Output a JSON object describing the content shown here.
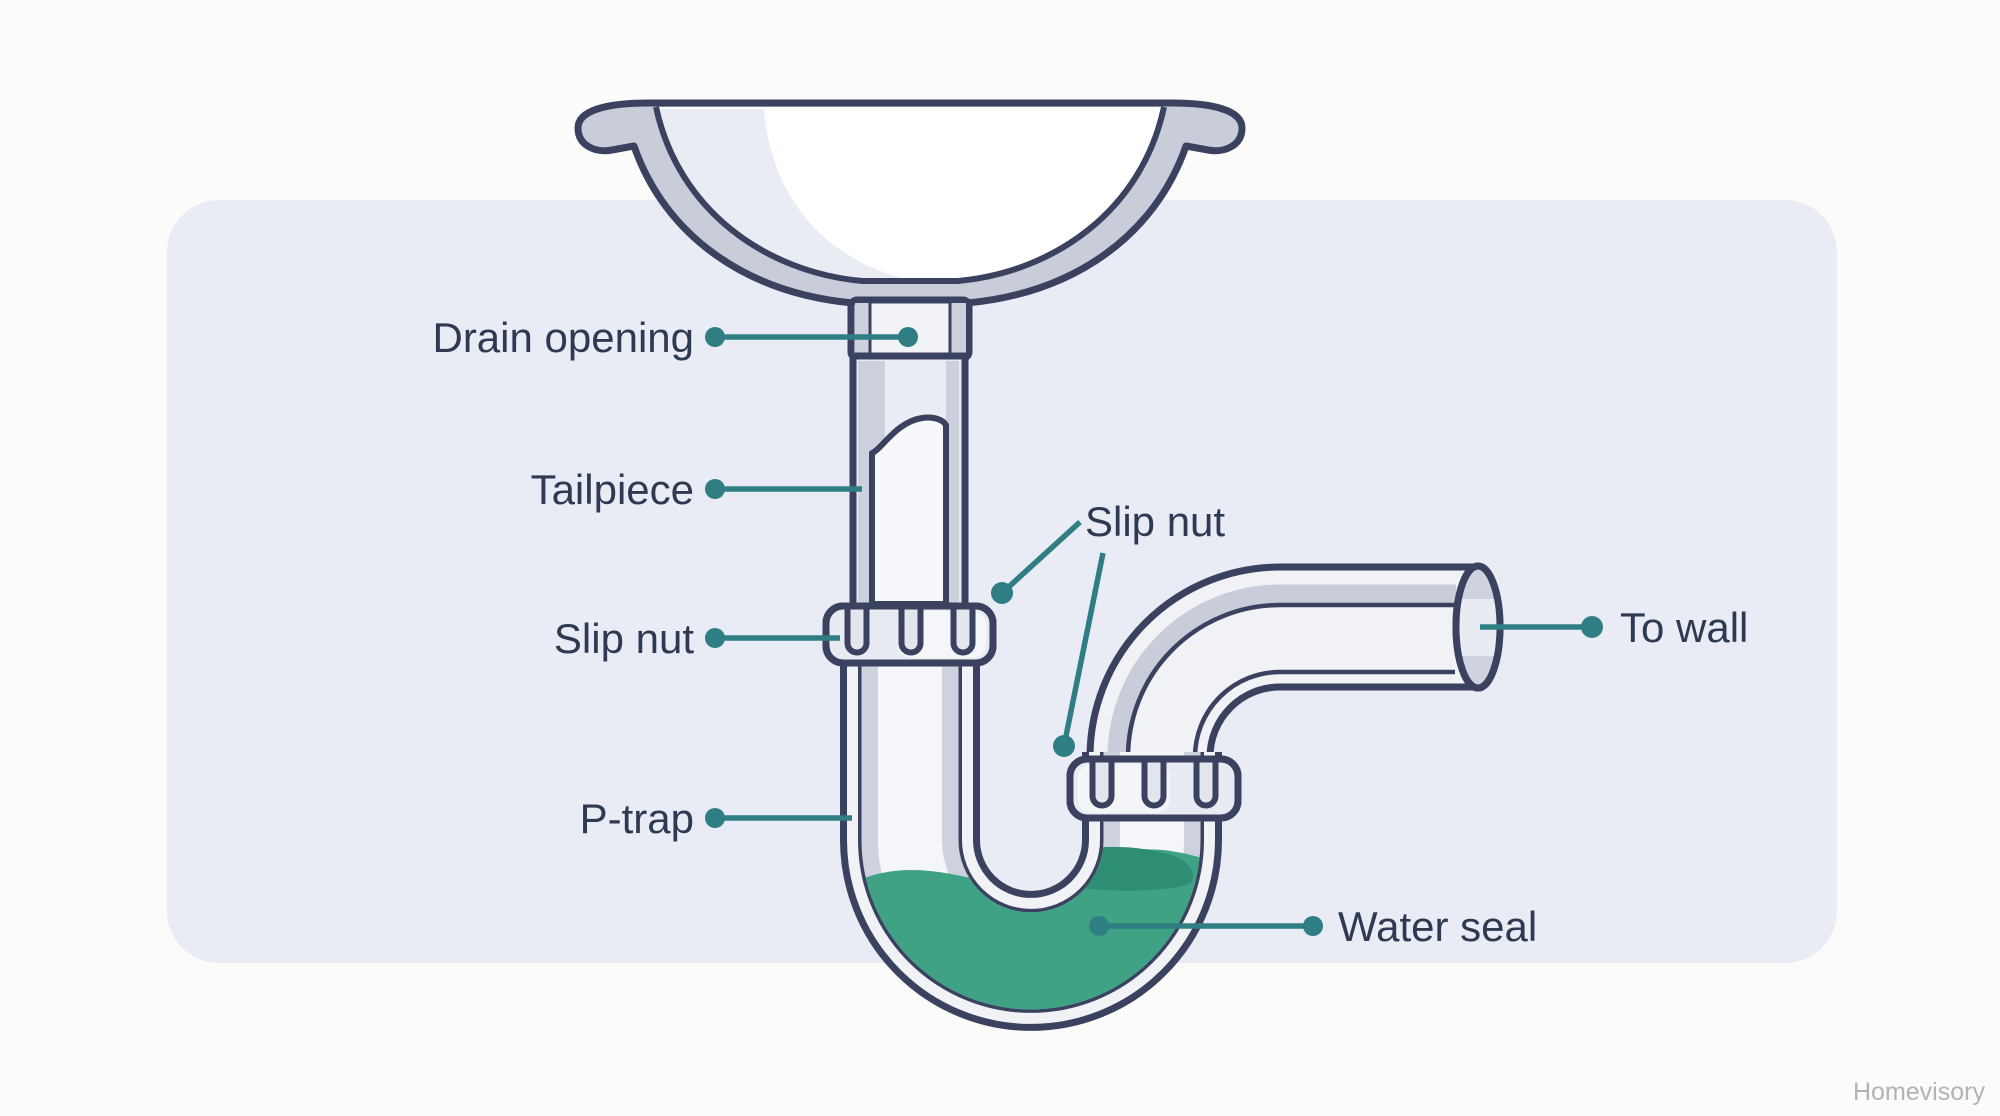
{
  "figure": {
    "type": "plumbing-p-trap-diagram",
    "description_labels_visible_only": true
  },
  "labels": {
    "drain_opening": "Drain opening",
    "tailpiece": "Tailpiece",
    "slip_nut_left": "Slip nut",
    "slip_nut_right": "Slip nut",
    "p_trap": "P-trap",
    "to_wall": "To wall",
    "water_seal": "Water seal"
  },
  "watermark": "Homevisory",
  "colors": {
    "accent_teal": "#2f7e84",
    "water_green": "#3fa285",
    "water_green_dark": "#2e8e73",
    "outline_navy": "#3a4260",
    "panel_bg": "#e9ebf5",
    "page_bg": "#fbfbf9",
    "pipe_fill": "#f0f2f6",
    "pipe_shadow_gray": "#cdd2de",
    "label_text": "#2e3a52",
    "watermark_gray": "#b3b3b3"
  }
}
